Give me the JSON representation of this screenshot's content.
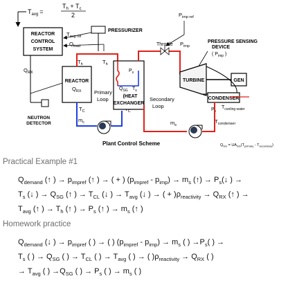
{
  "diagram": {
    "equation": {
      "lhs": "T",
      "lhs_sub": "avg",
      "eq": "=",
      "num": "T",
      "num_sub1": "h",
      "num_mid": " + T",
      "num_sub2": "c",
      "den": "2"
    },
    "reactor_control": [
      "REACTOR",
      "CONTROL",
      "SYSTEM"
    ],
    "tavg_ref": "T",
    "tavg_ref_sub": "avg ref",
    "q_load": "Q",
    "q_load_sub": "load",
    "pressurizer": "PRESSURIZER",
    "p_imp_ref": "P",
    "p_imp_ref_sub": "imp ref",
    "throttle": "Throttle",
    "p_imp": "P",
    "p_imp_sub": "imp",
    "pressure_sensing": [
      "PRESSURE SENSING",
      "DEVICE",
      "( P"
    ],
    "pressure_sensing_sub": "imp",
    "pressure_sensing_close": " )",
    "q_rx": "Q",
    "q_rx_sub": "RX",
    "th_left": "T",
    "th_left_sub": "h",
    "th_right": "T",
    "th_right_sub": "h",
    "ps": "P",
    "ps_sub": "s",
    "reactor_box": "REACTOR",
    "reactor_q": "Q",
    "reactor_q_sub": "RX",
    "qsg": "Q",
    "qsg_sub": "SG",
    "ts": "T",
    "ts_sub": "s",
    "heat": "(HEAT",
    "exchanger": "EXCHANGER",
    "turbine": "TURBINE",
    "gen": "GEN",
    "condenser": "CONDENSER",
    "primary_loop": [
      "Primary",
      "Loop"
    ],
    "secondary_loop": [
      "Secondary",
      "Loop"
    ],
    "tc_left": "T",
    "tc_left_sub": "C",
    "tc_right": "T",
    "tc_right_sub": "C",
    "ps_cond": "P",
    "ps_cond_sub": "s",
    "t_cooling": "T",
    "t_cooling_sub": "cooling water",
    "t_condenser": "T",
    "t_condenser_sub": "condenser",
    "neutron_detector": [
      "NEUTRON",
      "DETECTOR"
    ],
    "mdot_c": "m",
    "mdot_c_sub": "c",
    "mdot_s": "m",
    "mdot_s_sub": "s",
    "title": "Plant Control Scheme",
    "formula": "Q",
    "formula_sub": "SG",
    "formula_rest": " = UA",
    "formula_sub2": "SG",
    "formula_tail": "(T",
    "formula_sub3": "primary",
    "formula_minus": " - T",
    "formula_sub4": "secondary",
    "formula_end": ")"
  },
  "text": {
    "heading1": "Practical Example #1",
    "ex_l1": [
      {
        "t": "Q"
      },
      {
        "s": "demand"
      },
      {
        "t": " (↑ )  → p"
      },
      {
        "s": "impref"
      },
      {
        "t": " (↑ )  → ( + ) (p"
      },
      {
        "s": "impref"
      },
      {
        "t": " - p"
      },
      {
        "s": "imp"
      },
      {
        "t": ")  → m"
      },
      {
        "s": "s"
      },
      {
        "t": " (↑) → P"
      },
      {
        "s": "s"
      },
      {
        "t": "(↓ ) →"
      }
    ],
    "ex_l2": [
      {
        "t": "T"
      },
      {
        "s": "s"
      },
      {
        "t": " (↓ )  → Q"
      },
      {
        "s": "SG"
      },
      {
        "t": " (↑ )  → T"
      },
      {
        "s": "CL"
      },
      {
        "t": " (↓ )  → T"
      },
      {
        "s": "avg"
      },
      {
        "t": " (↓ )  → ( + )ρ"
      },
      {
        "s": "reactivity"
      },
      {
        "t": "  → Q"
      },
      {
        "s": "RX"
      },
      {
        "t": " (↑ )  →"
      }
    ],
    "ex_l3": [
      {
        "t": "T"
      },
      {
        "s": "avg"
      },
      {
        "t": " (↑ )  → T"
      },
      {
        "s": "h"
      },
      {
        "t": " (↑ )  → P"
      },
      {
        "s": "s"
      },
      {
        "t": " (↑ )  → m"
      },
      {
        "s": "s"
      },
      {
        "t": " (↑ )"
      }
    ],
    "heading2": "Homework practice",
    "hw_l1": [
      {
        "t": "Q"
      },
      {
        "s": "demand"
      },
      {
        "t": " (↓ )  → p"
      },
      {
        "s": "impref"
      },
      {
        "t": " (   )  → (   ) (p"
      },
      {
        "s": "impref"
      },
      {
        "t": " - p"
      },
      {
        "s": "imp"
      },
      {
        "t": ")  → m"
      },
      {
        "s": "s"
      },
      {
        "t": " (   ) →P"
      },
      {
        "s": "s"
      },
      {
        "t": "(    )   →"
      }
    ],
    "hw_l2": [
      {
        "t": "T"
      },
      {
        "s": "s"
      },
      {
        "t": " (    )  → Q"
      },
      {
        "s": "SG"
      },
      {
        "t": " (   )  → T"
      },
      {
        "s": "CL"
      },
      {
        "t": " (   )  → T"
      },
      {
        "s": "avg"
      },
      {
        "t": " (   )  → (   )ρ"
      },
      {
        "s": "reactivity"
      },
      {
        "t": "  → Q"
      },
      {
        "s": "RX"
      },
      {
        "t": " (   )"
      }
    ],
    "hw_l3": [
      {
        "t": "→  T"
      },
      {
        "s": "avg"
      },
      {
        "t": " (   )  →Q"
      },
      {
        "s": "SG"
      },
      {
        "t": " (   )  → P"
      },
      {
        "s": "s"
      },
      {
        "t": " (   )  → m"
      },
      {
        "s": "s"
      },
      {
        "t": " (   )"
      }
    ]
  }
}
